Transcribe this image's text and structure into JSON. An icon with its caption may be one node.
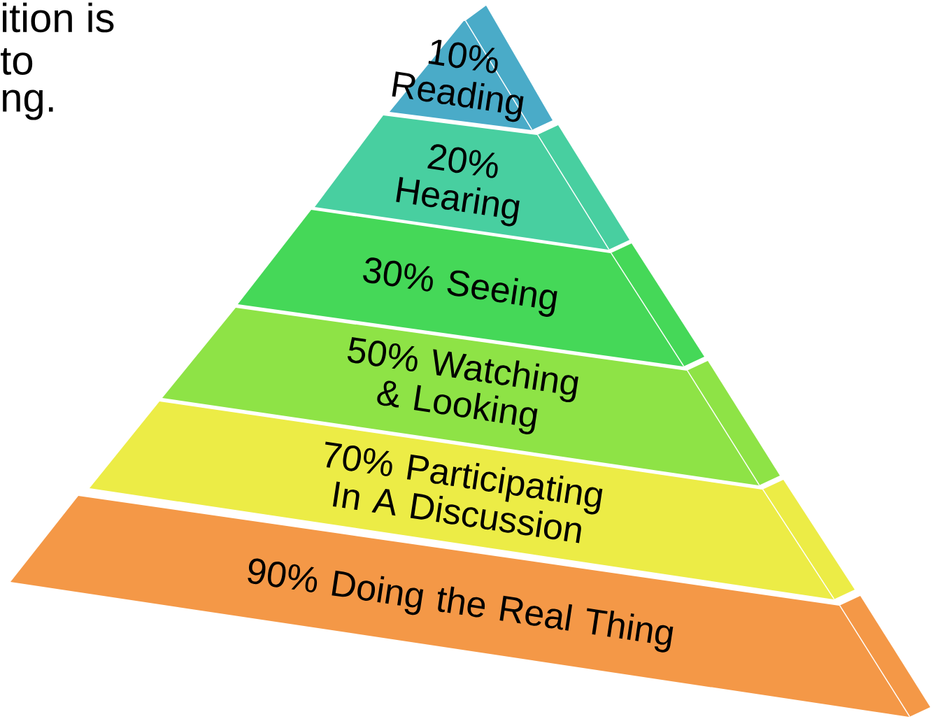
{
  "diagram": {
    "nodes": [
      {
        "text": [
          "10% Reading"
        ]
      },
      {
        "text": [
          "20% Hearing"
        ]
      },
      {
        "text": [
          "30% Seeing"
        ]
      },
      {
        "text": [
          "50% Watching & Looking"
        ]
      },
      {
        "text": [
          "70% Participating In A Discussion"
        ]
      },
      {
        "text": [
          "90% Doing the Real Thing"
        ]
      }
    ],
    "labels": [
      "ition is",
      "to",
      "ng."
    ]
  }
}
